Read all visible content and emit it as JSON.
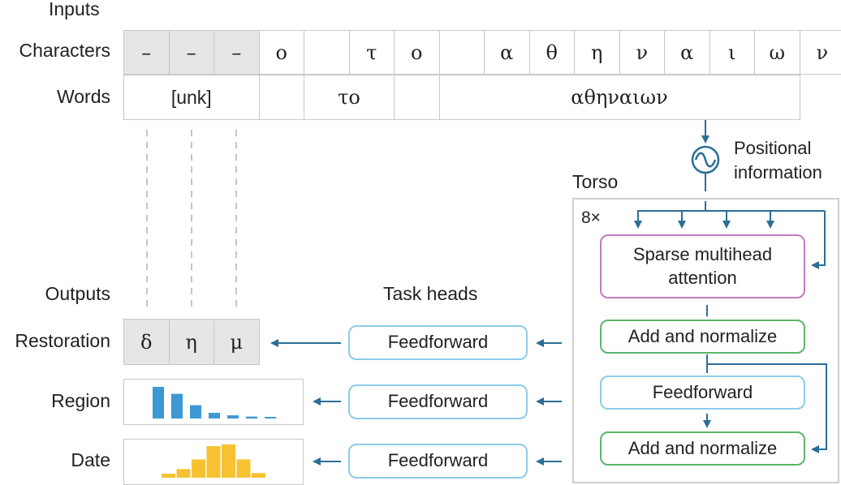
{
  "labels": {
    "inputs": "Inputs",
    "characters": "Characters",
    "words": "Words",
    "outputs": "Outputs",
    "restoration": "Restoration",
    "region": "Region",
    "date": "Date",
    "task_heads": "Task heads",
    "torso": "Torso",
    "repeat": "8×",
    "positional": [
      "Positional",
      "information"
    ]
  },
  "characters": [
    "–",
    "–",
    "–",
    "ο",
    "",
    "τ",
    "ο",
    "",
    "α",
    "θ",
    "η",
    "ν",
    "α",
    "ι",
    "ω",
    "ν"
  ],
  "words": [
    "[unk]",
    "",
    "το",
    "",
    "αθηναιων"
  ],
  "restoration_chars": [
    "δ",
    "η",
    "μ"
  ],
  "heads": [
    "Feedforward",
    "Feedforward",
    "Feedforward"
  ],
  "torso_blocks": {
    "attention": [
      "Sparse multihead",
      "attention"
    ],
    "add_norm_1": "Add and normalize",
    "feedforward": "Feedforward",
    "add_norm_2": "Add and normalize"
  },
  "region_bars": [
    1.0,
    0.78,
    0.42,
    0.18,
    0.1,
    0.06,
    0.04
  ],
  "date_bars": [
    0.12,
    0.26,
    0.55,
    0.95,
    1.0,
    0.55,
    0.14
  ],
  "colors": {
    "region": "#3d98d3",
    "date": "#f7c232",
    "arrow": "#2b6e96",
    "gray_cell": "#e6e6e6"
  }
}
